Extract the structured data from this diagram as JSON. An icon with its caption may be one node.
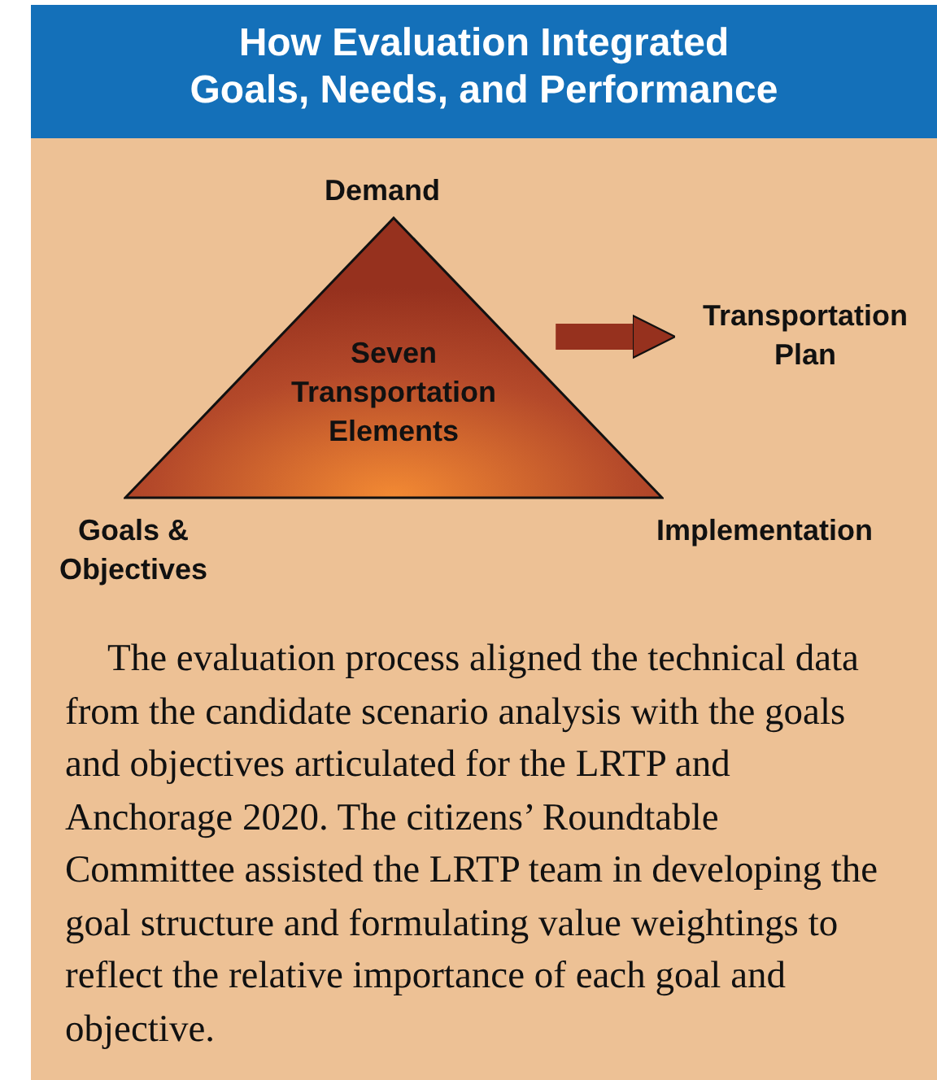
{
  "diagram": {
    "title": "How Evaluation Integrated Goals, Needs, and Performance",
    "nodes": [
      {
        "text": [
          "Seven Transportation Elements"
        ],
        "beside": [
          "Demand",
          "Goals & Objectives",
          "Implementation"
        ]
      },
      {
        "text": [
          "Transportation Plan"
        ]
      }
    ],
    "edges": [
      {
        "from": 0,
        "to": 1,
        "arrow": "to"
      }
    ],
    "labels": [
      "The evaluation process aligned the technical data from the candidate scenario analysis with the goals and objectives articulated for the LRTP and Anchorage 2020. The citizens’ Roundtable Committee assisted the LRTP team in developing the goal structure and formulating value weightings to reflect the relative importance of each goal and objective."
    ]
  }
}
